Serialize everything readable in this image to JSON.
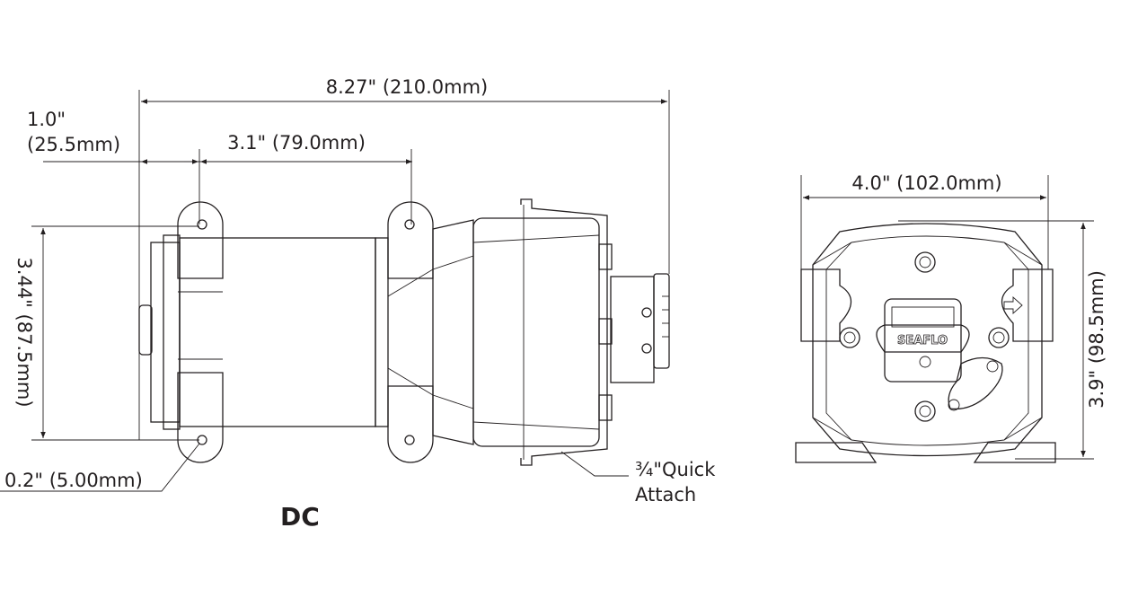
{
  "dimensions": {
    "overall_length": "8.27\" (210.0mm)",
    "end_offset_in": "1.0\"",
    "end_offset_mm": "(25.5mm)",
    "mount_spacing": "3.1\" (79.0mm)",
    "mount_height": "3.44\" (87.5mm)",
    "hole_diameter": "0.2\"  (5.00mm)",
    "front_width": "4.0\" (102.0mm)",
    "front_height": "3.9\" (98.5mm)"
  },
  "labels": {
    "model": "DC",
    "port_line1": "¾\"Quick",
    "port_line2": "Attach",
    "brand_logo": "SEAFLO"
  },
  "colors": {
    "ink": "#231f20",
    "background": "#ffffff"
  }
}
